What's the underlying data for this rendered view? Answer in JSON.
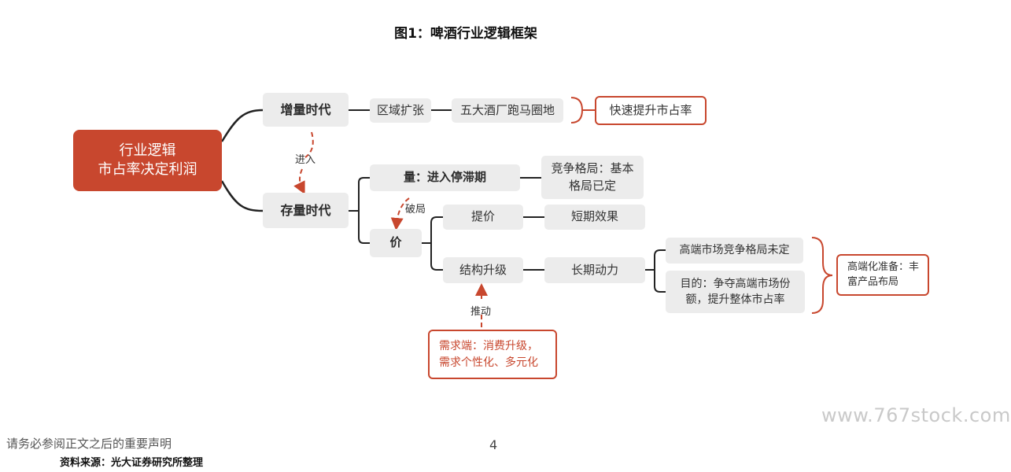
{
  "title": "图1：啤酒行业逻辑框架",
  "root": {
    "line1": "行业逻辑",
    "line2": "市占率决定利润"
  },
  "increment_era": {
    "label": "增量时代",
    "region_expansion": "区域扩张",
    "five_breweries": "五大酒厂跑马圈地",
    "result": "快速提升市占率"
  },
  "transition_label": "进入",
  "stock_era": {
    "label": "存量时代",
    "volume": "量：进入停滞期",
    "competition": "竞争格局：基本格局已定",
    "break_label": "破局",
    "price": "价",
    "raise_price": "提价",
    "short_term": "短期效果",
    "upgrade": "结构升级",
    "long_term": "长期动力",
    "high_end_market": "高端市场竞争格局未定",
    "goal": "目的：争夺高端市场份额，提升整体市占率",
    "preparation": "高端化准备：丰富产品布局"
  },
  "drive_label": "推动",
  "demand": "需求端：消费升级，需求个性化、多元化",
  "watermark": "www.767stock.com",
  "footer": {
    "disclaimer": "请务必参阅正文之后的重要声明",
    "page": "4",
    "source": "资料来源：光大证券研究所整理"
  },
  "colors": {
    "accent": "#c8472e",
    "node_gray": "#ececec",
    "line": "#222222"
  }
}
